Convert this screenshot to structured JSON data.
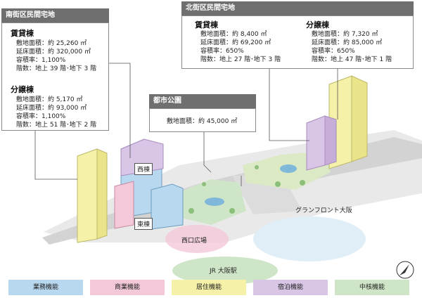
{
  "south_district": {
    "title": "南街区民間宅地",
    "rental": {
      "heading": "賃貸棟",
      "lines": [
        "敷地面積：約 25,260 ㎡",
        "延床面積：約 320,000 ㎡",
        "容積率：1,100%",
        "階数：地上 39 階･地下 3 階"
      ]
    },
    "condo": {
      "heading": "分譲棟",
      "lines": [
        "敷地面積：約 5,170 ㎡",
        "延床面積：約 93,000 ㎡",
        "容積率：1,100%",
        "階数：地上 51 階･地下 2 階"
      ]
    }
  },
  "north_district": {
    "title": "北街区民間宅地",
    "rental": {
      "heading": "賃貸棟",
      "lines": [
        "敷地面積：約 8,400 ㎡",
        "延床面積：約 69,200 ㎡",
        "容積率：650%",
        "階数：地上 27 階･地下 3 階"
      ]
    },
    "condo": {
      "heading": "分譲棟",
      "lines": [
        "敷地面積：約 7,320 ㎡",
        "延床面積：約 85,000 ㎡",
        "容積率：650%",
        "階数：地上 47 階･地下 1 階"
      ]
    }
  },
  "park": {
    "title": "都市公園",
    "line": "敷地面積：約 45,000 ㎡"
  },
  "map_labels": {
    "west": "西棟",
    "east": "東棟",
    "plaza": "西口広場",
    "station": "JR 大阪駅",
    "grand_front": "グランフロント大阪"
  },
  "legend": [
    {
      "label": "業務機能",
      "color": "#b7d8ef"
    },
    {
      "label": "商業機能",
      "color": "#f3c8d8"
    },
    {
      "label": "居住機能",
      "color": "#f5f1a8"
    },
    {
      "label": "宿泊機能",
      "color": "#d9c5e6"
    },
    {
      "label": "中核機能",
      "color": "#cfe5c7"
    }
  ],
  "north_icon": "north-arrow-icon"
}
